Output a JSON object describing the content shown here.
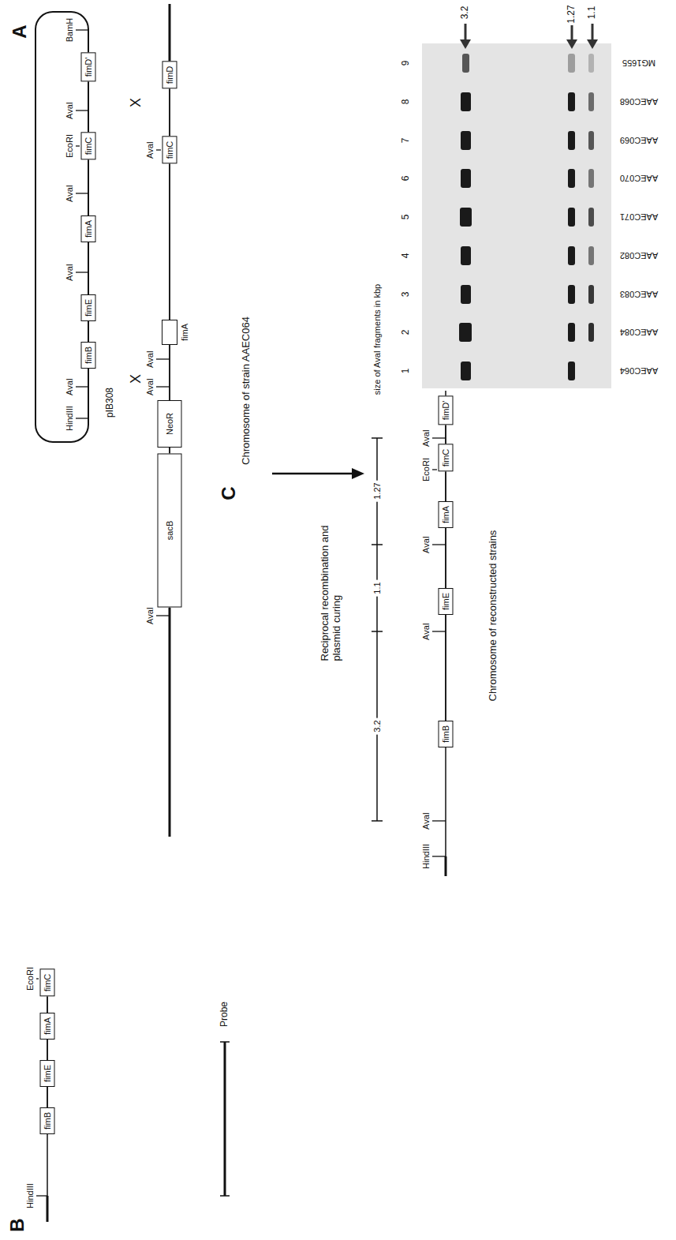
{
  "diagram": {
    "nodes": [
      {
        "text": [
          "fimB"
        ]
      },
      {
        "text": [
          "fimE"
        ]
      },
      {
        "text": [
          "fimA"
        ]
      },
      {
        "text": [
          "fimC"
        ]
      },
      {
        "text": [
          "fimD'"
        ]
      },
      {
        "text": [
          "sacB"
        ]
      },
      {
        "text": [
          "NeoR"
        ]
      },
      {
        "text": [
          "fimA"
        ]
      },
      {
        "text": [
          "fimC"
        ]
      },
      {
        "text": [
          "fimD"
        ]
      },
      {
        "text": [
          "fimB"
        ]
      },
      {
        "text": [
          "fimE"
        ]
      },
      {
        "text": [
          "fimA"
        ]
      },
      {
        "text": [
          "fimC"
        ]
      },
      {
        "text": [
          "fimD'"
        ]
      },
      {
        "text": [
          "fimB"
        ]
      },
      {
        "text": [
          "fimE"
        ]
      },
      {
        "text": [
          "fimA"
        ]
      },
      {
        "text": [
          "fimC"
        ]
      }
    ],
    "edges": [
      {
        "from": 0,
        "to": 1,
        "arrow": "none"
      },
      {
        "from": 1,
        "to": 2,
        "arrow": "none"
      },
      {
        "from": 2,
        "to": 3,
        "arrow": "none"
      },
      {
        "from": 3,
        "to": 4,
        "arrow": "none"
      },
      {
        "from": 5,
        "to": 6,
        "arrow": "none"
      },
      {
        "from": 6,
        "to": 7,
        "arrow": "none"
      },
      {
        "from": 7,
        "to": 8,
        "arrow": "none"
      },
      {
        "from": 8,
        "to": 9,
        "arrow": "none"
      },
      {
        "from": 10,
        "to": 11,
        "arrow": "none"
      },
      {
        "from": 11,
        "to": 12,
        "arrow": "none"
      },
      {
        "from": 12,
        "to": 13,
        "arrow": "none"
      },
      {
        "from": 13,
        "to": 14,
        "arrow": "none"
      },
      {
        "from": 15,
        "to": 16,
        "arrow": "none"
      },
      {
        "from": 16,
        "to": 17,
        "arrow": "none"
      },
      {
        "from": 17,
        "to": 18,
        "arrow": "none"
      }
    ],
    "labels": [
      "A",
      "BamH",
      "AvaI",
      "EcoRI",
      "AvaI",
      "AvaI",
      "AvaI",
      "HindIII",
      "pIB308",
      "X",
      "X",
      "AvaI",
      "AvaI",
      "AvaI",
      "AvaI",
      "Chromosome of strain AAEC064",
      "C",
      "Reciprocal recombination and plasmid curing",
      "3.2",
      "1.1",
      "1.27",
      "size of AvaI fragments in kbp",
      "HindIII",
      "AvaI",
      "AvaI",
      "AvaI",
      "EcoRI",
      "AvaI",
      "Chromosome of reconstructed strains",
      "B",
      "HindIII",
      "EcoRI",
      "Probe",
      "1",
      "2",
      "3",
      "4",
      "5",
      "6",
      "7",
      "8",
      "9",
      "AAEC064",
      "AAEC084",
      "AAEC083",
      "AAEC082",
      "AAEC071",
      "AAEC070",
      "AAEC069",
      "AAEC068",
      "MG1655",
      "3.2",
      "1.27",
      "1.1"
    ]
  }
}
